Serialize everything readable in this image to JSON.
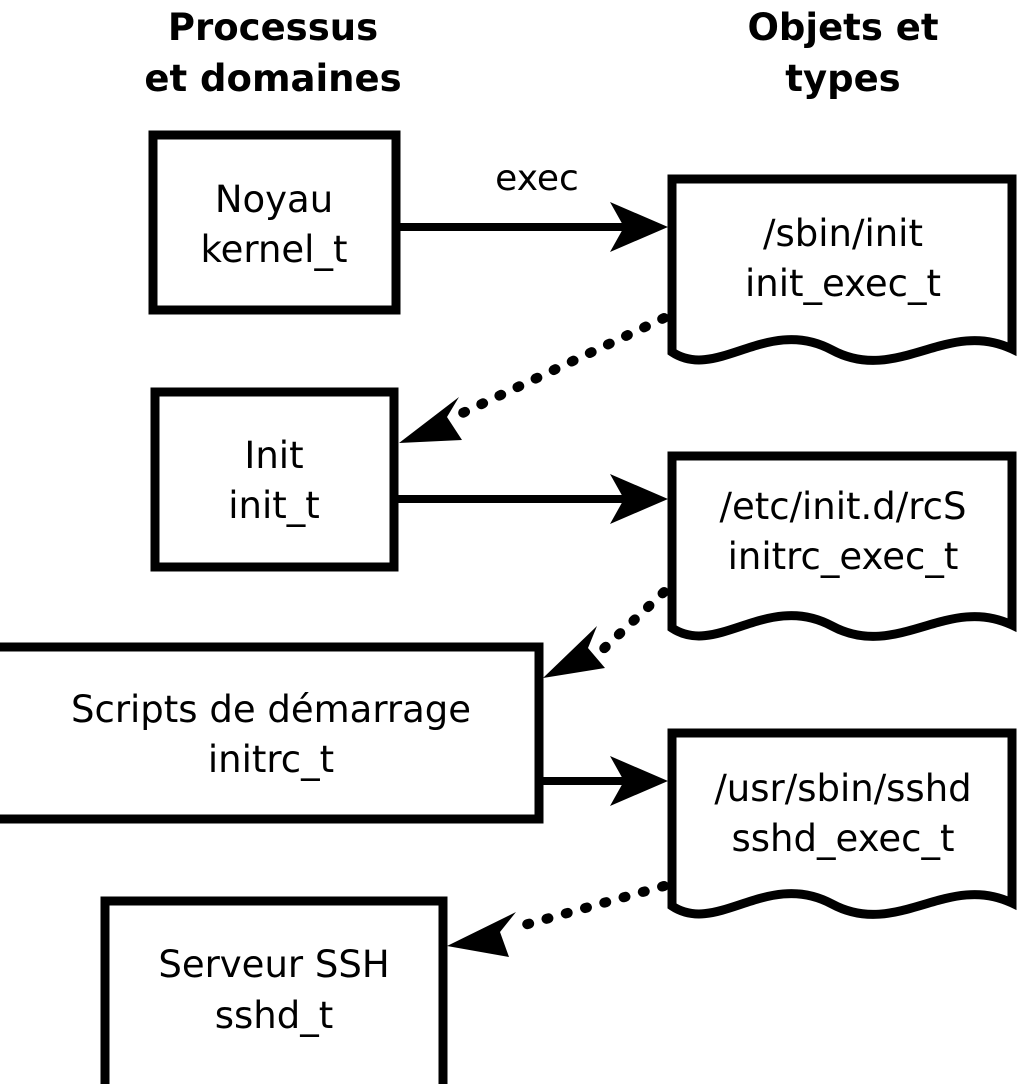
{
  "diagram": {
    "title_left": "Processus\net domaines",
    "headers": [
      {
        "id": "left",
        "line1": "Processus",
        "line2": "et domaines"
      },
      {
        "id": "right",
        "line1": "Objets et",
        "line2": "types"
      }
    ],
    "colors": {
      "background": "#ffffff",
      "stroke": "#000000",
      "fill": "#ffffff",
      "text": "#000000"
    },
    "process_nodes": [
      {
        "id": "kernel",
        "line1": "Noyau",
        "line2": "kernel_t"
      },
      {
        "id": "init",
        "line1": "Init",
        "line2": "init_t"
      },
      {
        "id": "initrc",
        "line1": "Scripts de démarrage",
        "line2": "initrc_t"
      },
      {
        "id": "sshd",
        "line1": "Serveur SSH",
        "line2": "sshd_t"
      }
    ],
    "object_nodes": [
      {
        "id": "init_exec",
        "line1": "/sbin/init",
        "line2": "init_exec_t"
      },
      {
        "id": "initrc_exec",
        "line1": "/etc/init.d/rcS",
        "line2": "initrc_exec_t"
      },
      {
        "id": "sshd_exec",
        "line1": "/usr/sbin/sshd",
        "line2": "sshd_exec_t"
      }
    ],
    "edges": [
      {
        "id": "kernel-exec-init_exec",
        "from": "kernel",
        "to": "init_exec",
        "style": "solid",
        "label": "exec"
      },
      {
        "id": "init_exec-transition-init",
        "from": "init_exec",
        "to": "init",
        "style": "dotted",
        "label": ""
      },
      {
        "id": "init-exec-initrc_exec",
        "from": "init",
        "to": "initrc_exec",
        "style": "solid",
        "label": ""
      },
      {
        "id": "initrc_exec-transition-initrc",
        "from": "initrc_exec",
        "to": "initrc",
        "style": "dotted",
        "label": ""
      },
      {
        "id": "initrc-exec-sshd_exec",
        "from": "initrc",
        "to": "sshd_exec",
        "style": "solid",
        "label": ""
      },
      {
        "id": "sshd_exec-transition-sshd",
        "from": "sshd_exec",
        "to": "sshd",
        "style": "dotted",
        "label": ""
      }
    ]
  }
}
